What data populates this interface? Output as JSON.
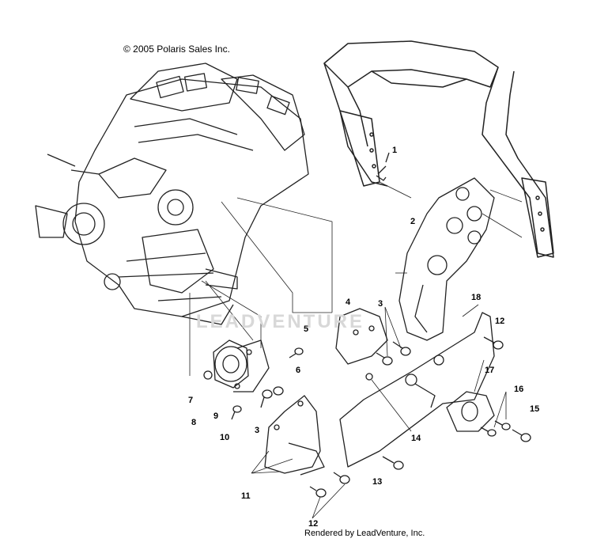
{
  "copyright": "© 2005 Polaris Sales Inc.",
  "credit": "Rendered by LeadVenture, Inc.",
  "watermark": "LEADVENTURE",
  "callouts": [
    {
      "id": "1",
      "text": "1"
    },
    {
      "id": "2",
      "text": "2"
    },
    {
      "id": "3a",
      "text": "3"
    },
    {
      "id": "3b",
      "text": "3"
    },
    {
      "id": "4",
      "text": "4"
    },
    {
      "id": "5",
      "text": "5"
    },
    {
      "id": "6",
      "text": "6"
    },
    {
      "id": "7",
      "text": "7"
    },
    {
      "id": "8",
      "text": "8"
    },
    {
      "id": "9",
      "text": "9"
    },
    {
      "id": "10",
      "text": "10"
    },
    {
      "id": "11",
      "text": "11"
    },
    {
      "id": "12a",
      "text": "12"
    },
    {
      "id": "12b",
      "text": "12"
    },
    {
      "id": "13",
      "text": "13"
    },
    {
      "id": "14",
      "text": "14"
    },
    {
      "id": "15",
      "text": "15"
    },
    {
      "id": "16",
      "text": "16"
    },
    {
      "id": "17",
      "text": "17"
    },
    {
      "id": "18",
      "text": "18"
    }
  ]
}
